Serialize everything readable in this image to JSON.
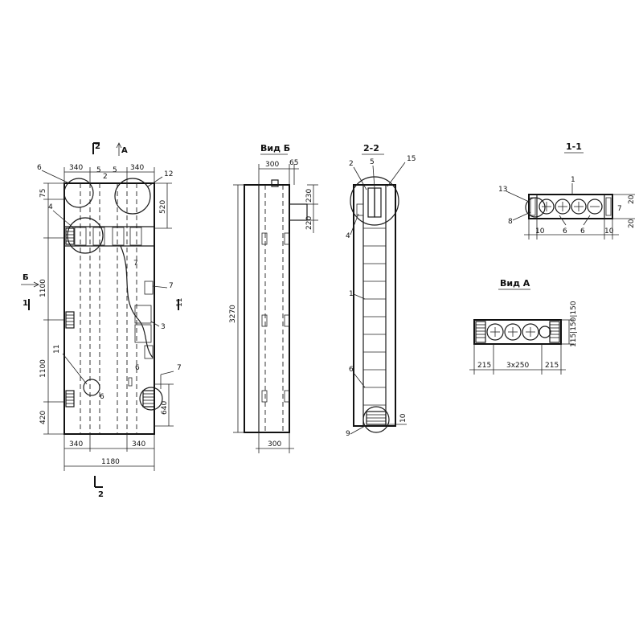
{
  "main_view": {
    "section_mark_top": "2",
    "view_mark_top": "A",
    "dim_top_left": "340",
    "dim_top_right": "340",
    "callout_6": "6",
    "callout_5a": "5",
    "callout_5b": "5",
    "callout_12": "12",
    "callout_2": "2",
    "callout_4": "4",
    "callout_7a": "7",
    "callout_7b": "7",
    "callout_7c": "7",
    "callout_3": "3",
    "callout_6b": "6",
    "callout_6c": "6",
    "callout_11": "11",
    "callout_11b": "11",
    "dim_75": "75",
    "dim_520": "520",
    "dim_1100a": "1100",
    "dim_1100b": "1100",
    "dim_420": "420",
    "dim_640": "640",
    "dim_bottom_left": "340",
    "dim_bottom_right": "340",
    "dim_total": "1180",
    "view_mark_b": "Б",
    "section_mark_1": "1",
    "section_mark_bottom": "2"
  },
  "view_b": {
    "title": "Вид Б",
    "dim_300_top": "300",
    "dim_65": "65",
    "dim_230": "230",
    "dim_220": "220",
    "dim_3270": "3270",
    "dim_300_bottom": "300"
  },
  "section_22": {
    "title": "2-2",
    "callout_2": "2",
    "callout_5": "5",
    "callout_15": "15",
    "callout_4": "4",
    "callout_1": "1",
    "callout_6": "6",
    "callout_9": "9",
    "callout_10": "10"
  },
  "section_11": {
    "title": "1-1",
    "callout_1": "1",
    "callout_13": "13",
    "callout_8": "8",
    "callout_7": "7",
    "callout_20": "20",
    "dim_10a": "10",
    "dim_6a": "6",
    "dim_6b": "6",
    "dim_10b": "10"
  },
  "view_a": {
    "title": "Вид А",
    "dim_215a": "215",
    "dim_3x250": "3x250",
    "dim_215b": "215",
    "dim_side": "115|150|150"
  }
}
